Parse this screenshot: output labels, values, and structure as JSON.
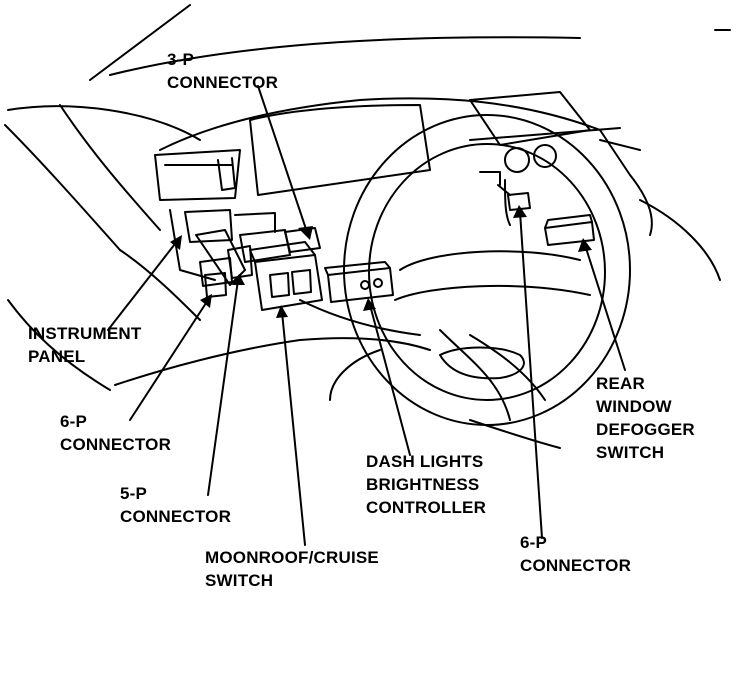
{
  "diagram": {
    "colors": {
      "ink": "#000000",
      "paper": "#ffffff"
    },
    "labels": {
      "three_p_connector": [
        "3-P",
        "CONNECTOR"
      ],
      "instrument_panel": [
        "INSTRUMENT",
        "PANEL"
      ],
      "six_p_connector_left": [
        "6-P",
        "CONNECTOR"
      ],
      "five_p_connector": [
        "5-P",
        "CONNECTOR"
      ],
      "moonroof_cruise_switch": [
        "MOONROOF/CRUISE",
        "SWITCH"
      ],
      "dash_lights_controller": [
        "DASH LIGHTS",
        "BRIGHTNESS",
        "CONTROLLER"
      ],
      "six_p_connector_right": [
        "6-P",
        "CONNECTOR"
      ],
      "rear_window_defogger_switch": [
        "REAR",
        "WINDOW",
        "DEFOGGER",
        "SWITCH"
      ]
    }
  }
}
